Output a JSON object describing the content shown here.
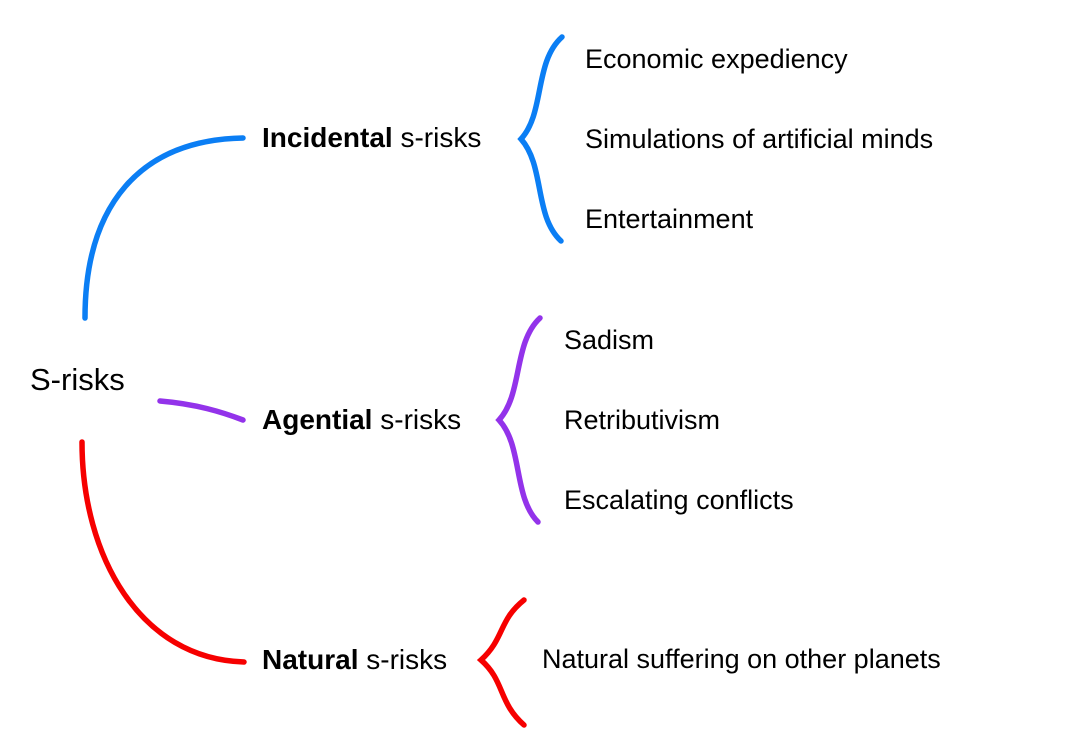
{
  "diagram": {
    "type": "tree-mindmap",
    "background_color": "#ffffff",
    "root": {
      "label": "S-risks"
    },
    "branches": [
      {
        "id": "incidental",
        "name_bold": "Incidental",
        "name_rest": " s-risks",
        "color": "#0b7ef4",
        "children": [
          {
            "label": "Economic expediency"
          },
          {
            "label": "Simulations of artificial minds"
          },
          {
            "label": "Entertainment"
          }
        ]
      },
      {
        "id": "agential",
        "name_bold": "Agential",
        "name_rest": " s-risks",
        "color": "#9333ea",
        "children": [
          {
            "label": "Sadism"
          },
          {
            "label": "Retributivism"
          },
          {
            "label": "Escalating conflicts"
          }
        ]
      },
      {
        "id": "natural",
        "name_bold": "Natural",
        "name_rest": " s-risks",
        "color": "#f60000",
        "children": [
          {
            "label": "Natural suffering on other planets"
          }
        ]
      }
    ]
  }
}
